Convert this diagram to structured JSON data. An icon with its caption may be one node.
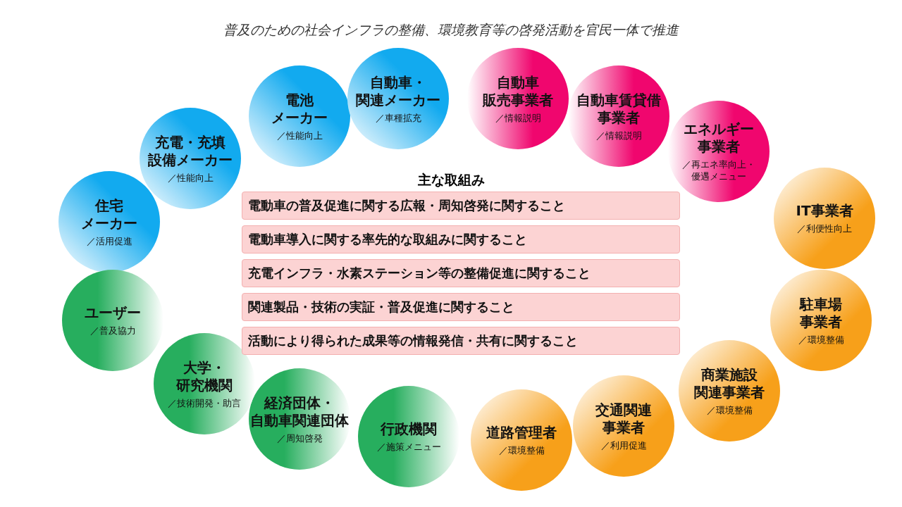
{
  "diagram": {
    "title": "普及のための社会インフラの整備、環境教育等の啓発活動を官民一体で推進",
    "nodes": [
      {
        "text": [
          "住宅メーカー",
          "／活用促進"
        ]
      },
      {
        "text": [
          "充電・充填設備メーカー",
          "／性能向上"
        ]
      },
      {
        "text": [
          "電池メーカー",
          "／性能向上"
        ]
      },
      {
        "text": [
          "自動車・関連メーカー",
          "／車種拡充"
        ]
      },
      {
        "text": [
          "自動車販売事業者",
          "／情報説明"
        ]
      },
      {
        "text": [
          "自動車賃貸借事業者",
          "／情報説明"
        ]
      },
      {
        "text": [
          "エネルギー事業者",
          "／再エネ率向上・優遇メニュー"
        ]
      },
      {
        "text": [
          "IT事業者",
          "／利便性向上"
        ]
      },
      {
        "text": [
          "駐車場事業者",
          "／環境整備"
        ]
      },
      {
        "text": [
          "商業施設関連事業者",
          "／環境整備"
        ]
      },
      {
        "text": [
          "交通関連事業者",
          "／利用促進"
        ]
      },
      {
        "text": [
          "道路管理者",
          "／環境整備"
        ]
      },
      {
        "text": [
          "行政機関",
          "／施策メニュー"
        ]
      },
      {
        "text": [
          "経済団体・自動車関連団体",
          "／周知啓発"
        ]
      },
      {
        "text": [
          "大学・研究機関",
          "／技術開発・助言"
        ]
      },
      {
        "text": [
          "ユーザー",
          "／普及協力"
        ]
      },
      {
        "text": [
          "電動車の普及促進に関する広報・周知啓発に関すること"
        ]
      },
      {
        "text": [
          "電動車導入に関する率先的な取組みに関すること"
        ]
      },
      {
        "text": [
          "充電インフラ・水素ステーション等の整備促進に関すること"
        ]
      },
      {
        "text": [
          "関連製品・技術の実証・普及促進に関すること"
        ]
      },
      {
        "text": [
          "活動により得られた成果等の情報発信・共有に関すること"
        ]
      }
    ],
    "labels": [
      "主な取組み"
    ]
  }
}
